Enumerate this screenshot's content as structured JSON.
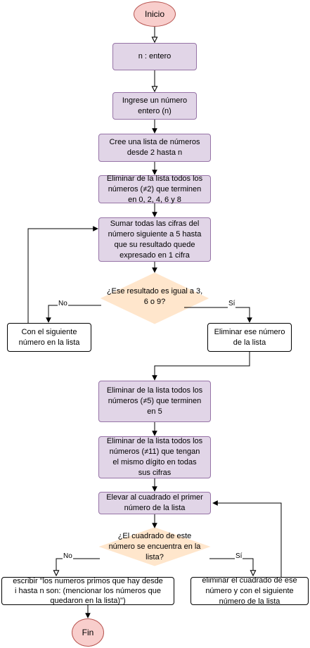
{
  "nodes": {
    "start": "Inicio",
    "declare": "n : entero",
    "input": "Ingrese un número\nentero (n)",
    "create_list": "Cree una lista de números\ndesde 2 hasta n",
    "remove_even": "Eliminar de la lista todos los\nnúmeros (≠2) que terminen\nen 0, 2, 4, 6 y 8",
    "sum_digits": "Sumar todas las cifras del\nnúmero siguiente a 5 hasta\nque su resultado quede\nexpresado en 1 cifra",
    "decision_369": "¿Ese resultado es igual a 3,\n6 o 9?",
    "next_number": "Con el siguiente\nnúmero en la lista",
    "remove_number": "Eliminar ese número\nde la lista",
    "remove_five": "Eliminar de la lista todos los\nnúmeros (≠5) que terminen\nen 5",
    "remove_eleven": "Eliminar de la lista todos los\nnúmeros (≠11) que tengan\nel mismo dígito en todas\nsus cifras",
    "square_first": "Elevar al cuadrado el primer\nnúmero de la lista",
    "decision_square": "¿El cuadrado de este\nnúmero se encuentra en la\nlista?",
    "write_primes": "escribir \"los numeros primos que hay desde\ni hasta n son: (mencionar los números que\nquedaron en la lista)\")",
    "remove_square": "eliminar el cuadrado de ese\nnúmero y con el siguiente\nnúmero de la lista",
    "end": "Fin"
  },
  "edge_labels": {
    "no_1": "No",
    "yes_1": "Sí",
    "no_2": "No",
    "yes_2": "Sí"
  },
  "colors": {
    "process_fill": "#e1d5e7",
    "process_stroke": "#9673a6",
    "terminal_fill": "#f8cecc",
    "terminal_stroke": "#b85450",
    "decision_fill": "#ffe6cc",
    "decision_stroke": "#d79b00"
  }
}
